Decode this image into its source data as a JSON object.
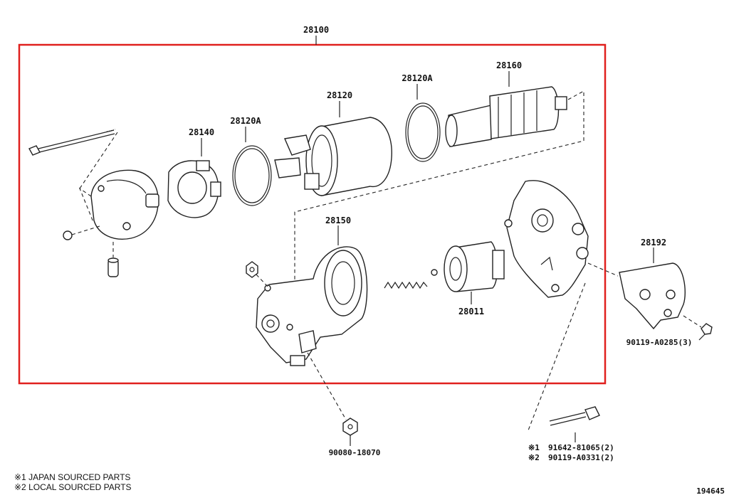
{
  "assembly": {
    "part_number": "28100"
  },
  "parts": {
    "p28140": "28140",
    "p28120A_left": "28120A",
    "p28120": "28120",
    "p28120A_right": "28120A",
    "p28160": "28160",
    "p28150": "28150",
    "p28011": "28011",
    "p28192": "28192",
    "p90119_A0285": "90119-A0285(3)",
    "p90080_18070": "90080-18070",
    "p91642_81065": "91642-81065(2)",
    "p90119_A0331": "90119-A0331(2)"
  },
  "markers": {
    "m1": "※1",
    "m2": "※2"
  },
  "notes": {
    "n1": "※1 JAPAN SOURCED PARTS",
    "n2": "※2 LOCAL SOURCED PARTS"
  },
  "diagram_id": "194645",
  "colors": {
    "assembly_box": "#e0201e",
    "line": "#222222"
  }
}
